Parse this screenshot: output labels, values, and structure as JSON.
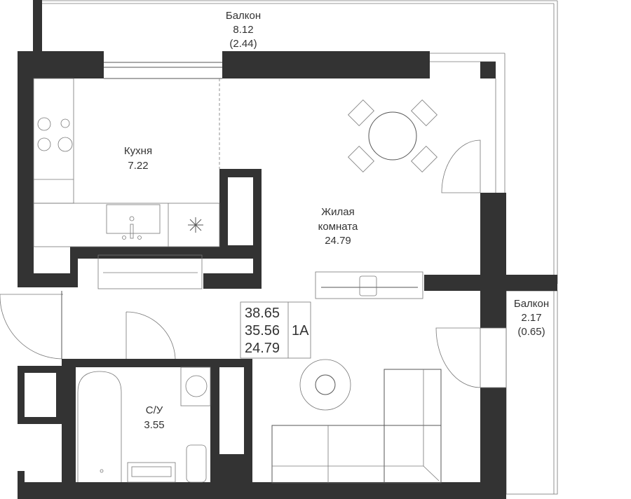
{
  "rooms": {
    "balcony_top": {
      "name": "Балкон",
      "area": "8.12",
      "reduced": "(2.44)"
    },
    "kitchen": {
      "name": "Кухня",
      "area": "7.22"
    },
    "living": {
      "name": "Жилая",
      "name2": "комната",
      "area": "24.79"
    },
    "balcony_right": {
      "name": "Балкон",
      "area": "2.17",
      "reduced": "(0.65)"
    },
    "bathroom": {
      "name": "С/У",
      "area": "3.55"
    }
  },
  "summary": {
    "total": "38.65",
    "living_total": "35.56",
    "living": "24.79",
    "type": "1А"
  },
  "colors": {
    "wall": "#333333",
    "line": "#555555"
  }
}
